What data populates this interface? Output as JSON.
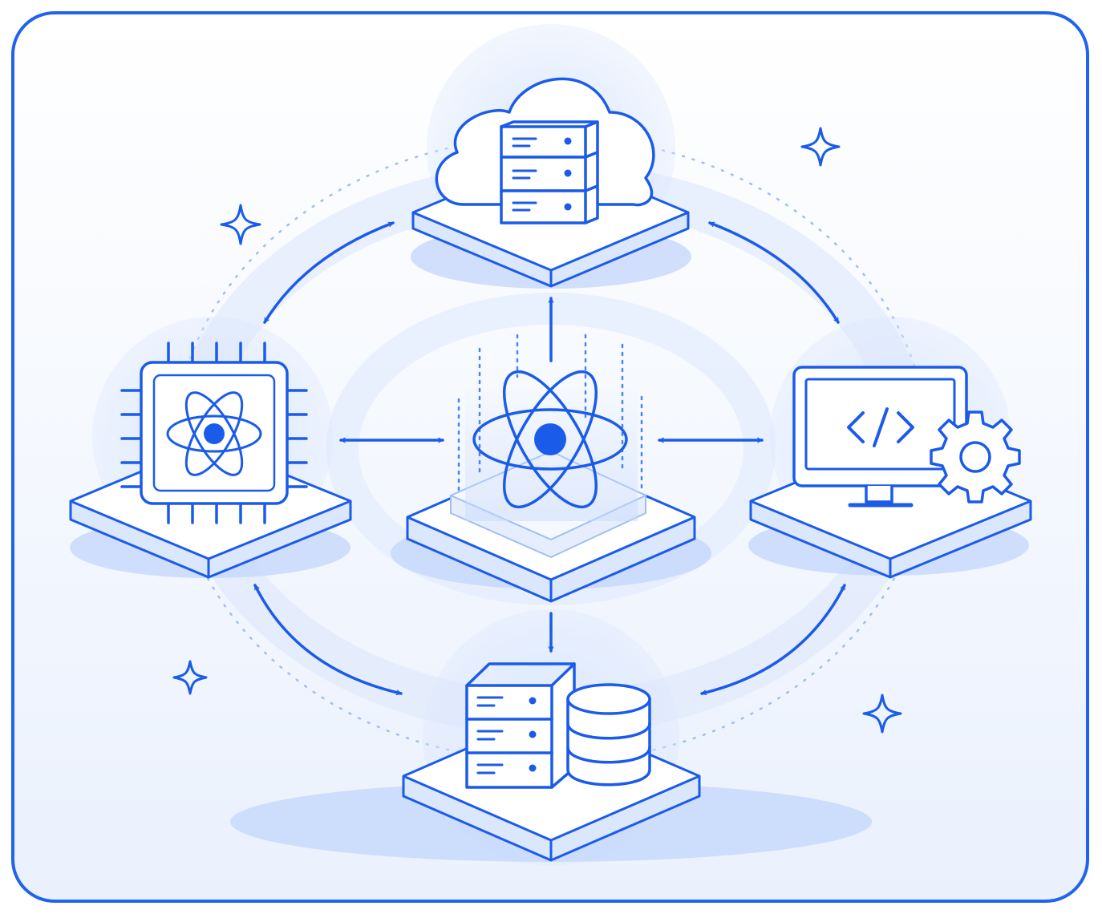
{
  "diagram": {
    "type": "network-architecture",
    "hub": {
      "name": "react-core-atom",
      "icon": "atom-icon"
    },
    "nodes": [
      {
        "id": "cloud",
        "icon": "cloud-server-icon"
      },
      {
        "id": "chip",
        "icon": "cpu-chip-atom-icon"
      },
      {
        "id": "monitor",
        "icon": "code-monitor-gear-icon"
      },
      {
        "id": "database",
        "icon": "server-database-icon"
      }
    ],
    "connections": [
      {
        "from": "hub",
        "to": "cloud",
        "direction": "one-way"
      },
      {
        "from": "hub",
        "to": "database",
        "direction": "one-way"
      },
      {
        "from": "hub",
        "to": "chip",
        "direction": "two-way"
      },
      {
        "from": "hub",
        "to": "monitor",
        "direction": "two-way"
      },
      {
        "from": "cloud",
        "to": "chip",
        "direction": "two-way"
      },
      {
        "from": "cloud",
        "to": "monitor",
        "direction": "two-way"
      },
      {
        "from": "chip",
        "to": "database",
        "direction": "two-way"
      },
      {
        "from": "monitor",
        "to": "database",
        "direction": "two-way"
      }
    ],
    "decorations": [
      "sparkle-icon",
      "sparkle-icon",
      "sparkle-icon",
      "sparkle-icon"
    ]
  },
  "colors": {
    "accent": "#1a5bea",
    "border": "#1f63ee",
    "tint": "#dbe7fd",
    "soft": "#c3d6fb",
    "face": "#ffffff",
    "background": "#f3f7fe"
  }
}
